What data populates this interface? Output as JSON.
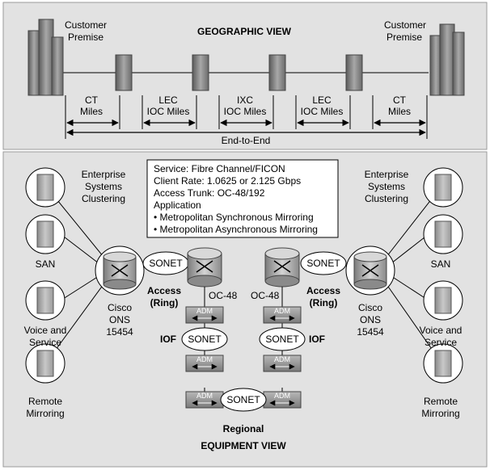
{
  "geographic": {
    "title": "GEOGRAPHIC VIEW",
    "customer_left": [
      "Customer",
      "Premise"
    ],
    "customer_right": [
      "Customer",
      "Premise"
    ],
    "segments": [
      [
        "CT",
        "Miles"
      ],
      [
        "LEC",
        "IOC Miles"
      ],
      [
        "IXC",
        "IOC Miles"
      ],
      [
        "LEC",
        "IOC Miles"
      ],
      [
        "CT",
        "Miles"
      ]
    ],
    "end_to_end": "End-to-End"
  },
  "info_box": [
    "Service: Fibre Channel/FICON",
    "Client Rate: 1.0625 or 2.125 Gbps",
    "Access Trunk: OC-48/192",
    "Application",
    "• Metropolitan Synchronous Mirroring",
    "• Metropolitan Asynchronous Mirroring"
  ],
  "equipment": {
    "title": "EQUIPMENT VIEW",
    "left_servers": [
      [
        "Enterprise",
        "Systems",
        "Clustering"
      ],
      [
        "SAN"
      ],
      [
        "Voice and",
        "Service"
      ],
      [
        "Remote",
        "Mirroring"
      ]
    ],
    "right_servers": [
      [
        "Enterprise",
        "Systems",
        "Clustering"
      ],
      [
        "SAN"
      ],
      [
        "Voice and",
        "Service"
      ],
      [
        "Remote",
        "Mirroring"
      ]
    ],
    "ons_label": [
      "Cisco",
      "ONS",
      "15454"
    ],
    "sonet": "SONET",
    "access_ring": [
      "Access",
      "(Ring)"
    ],
    "oc48": "OC-48",
    "iof": "IOF",
    "adm": "ADM",
    "regional": "Regional"
  }
}
